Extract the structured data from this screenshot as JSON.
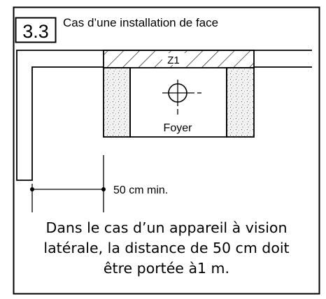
{
  "section_number": "3.3",
  "title": "Cas d’une installation de face",
  "zone_label": "Z1",
  "hearth_label": "Foyer",
  "distance_label": "50 cm min.",
  "note_lines": [
    "Dans le cas d’un appareil à vision",
    "latérale, la distance de 50 cm doit",
    "être portée à1 m."
  ]
}
